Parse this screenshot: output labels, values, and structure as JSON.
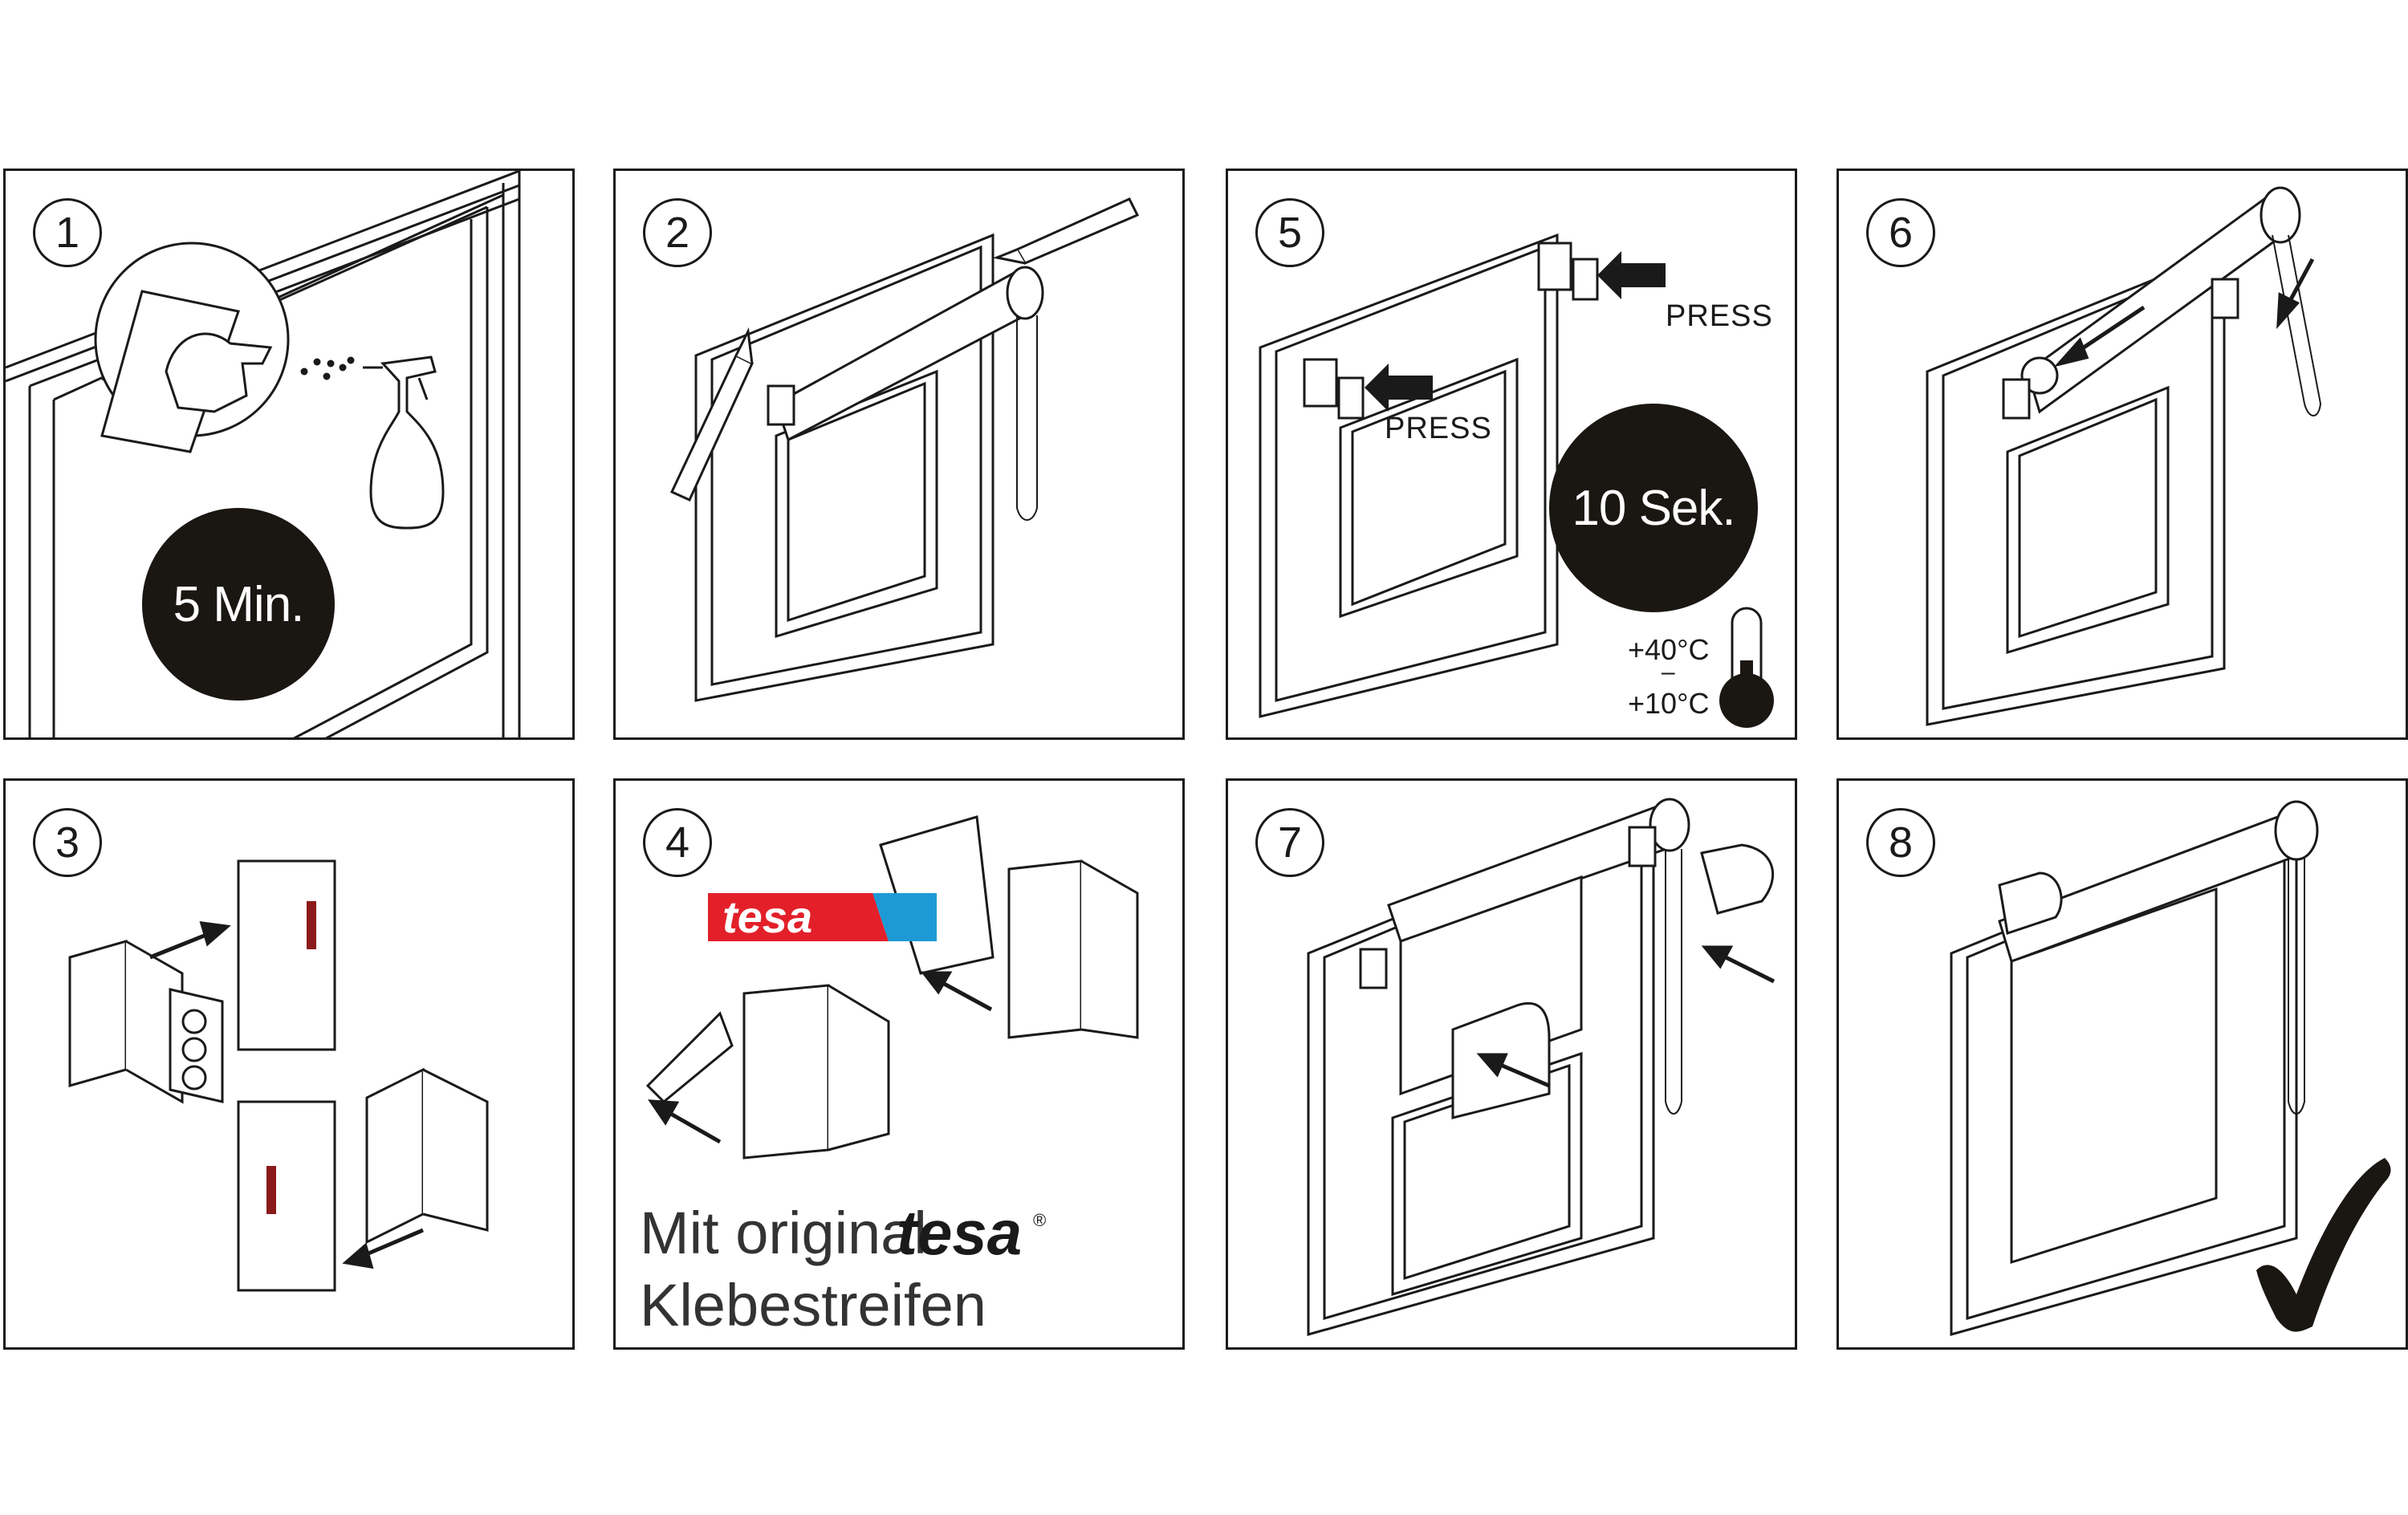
{
  "panels": [
    {
      "step": "1"
    },
    {
      "step": "2"
    },
    {
      "step": "5"
    },
    {
      "step": "6"
    },
    {
      "step": "3"
    },
    {
      "step": "4"
    },
    {
      "step": "7"
    },
    {
      "step": "8"
    }
  ],
  "step1": {
    "wait_badge": "5 Min."
  },
  "step4": {
    "logo_text": "tesa",
    "caption_line1": "Mit original",
    "caption_brand": "tesa",
    "caption_reg": "®",
    "caption_line2": "Klebestreifen"
  },
  "step5": {
    "press_label_left": "PRESS",
    "press_label_right": "PRESS",
    "hold_badge": "10 Sek.",
    "temp_max": "+40°C",
    "temp_sep": "–",
    "temp_min": "+10°C"
  },
  "colors": {
    "line": "#1a1a1a",
    "badge_fill": "#1a1713",
    "tesa_red": "#e3202a",
    "tesa_blue": "#1d9ad6",
    "adhesive_red": "#8b1a1a"
  }
}
